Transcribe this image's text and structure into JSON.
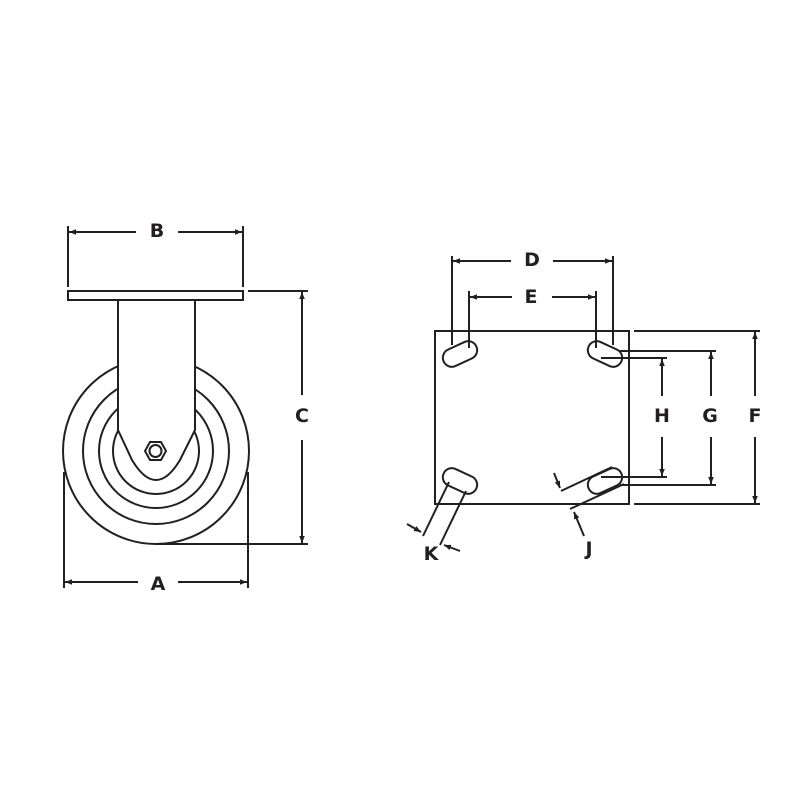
{
  "line_color": "#231f20",
  "side_view": {
    "dimensions": {
      "A": "A",
      "B": "B",
      "C": "C"
    }
  },
  "top_plate_view": {
    "dimensions": {
      "D": "D",
      "E": "E",
      "F": "F",
      "G": "G",
      "H": "H",
      "J": "J",
      "K": "K"
    }
  }
}
